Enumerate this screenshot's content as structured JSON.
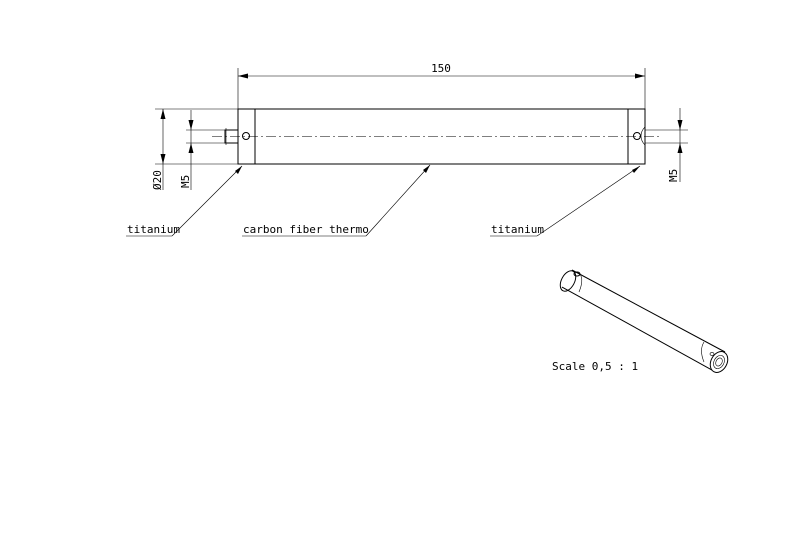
{
  "dimensions": {
    "length": "150",
    "diameter": "Ø20",
    "thread_left": "M5",
    "thread_right": "M5"
  },
  "callouts": {
    "left_cap": "titanium",
    "tube": "carbon fiber thermo",
    "right_cap": "titanium"
  },
  "scale_note": "Scale 0,5 : 1"
}
